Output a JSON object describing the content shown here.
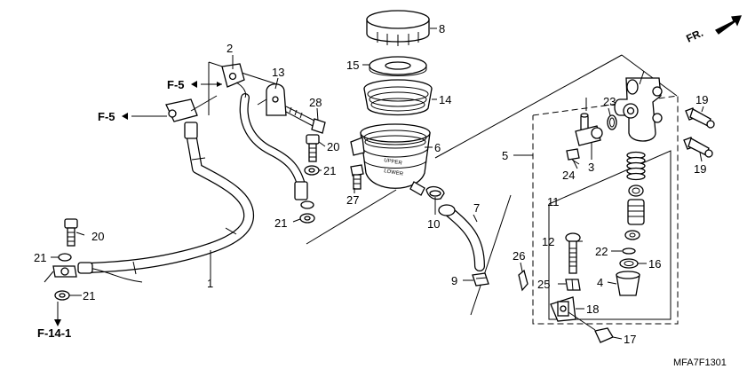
{
  "diagram": {
    "code": "MFA7F1301",
    "direction_label": "FR.",
    "refs": {
      "f5_upper": "F-5",
      "f5_lower": "F-5",
      "f14": "F-14-1"
    },
    "labels": {
      "p1": "1",
      "p2": "2",
      "p3": "3",
      "p4": "4",
      "p5": "5",
      "p6": "6",
      "p7": "7",
      "p8": "8",
      "p9": "9",
      "p10": "10",
      "p11": "11",
      "p12": "12",
      "p13": "13",
      "p14": "14",
      "p15": "15",
      "p16": "16",
      "p17": "17",
      "p18": "18",
      "p19a": "19",
      "p19b": "19",
      "p20a": "20",
      "p20b": "20",
      "p21a": "21",
      "p21b": "21",
      "p21c": "21",
      "p21d": "21",
      "p22": "22",
      "p23": "23",
      "p24": "24",
      "p25": "25",
      "p26": "26",
      "p27": "27",
      "p28": "28"
    }
  }
}
